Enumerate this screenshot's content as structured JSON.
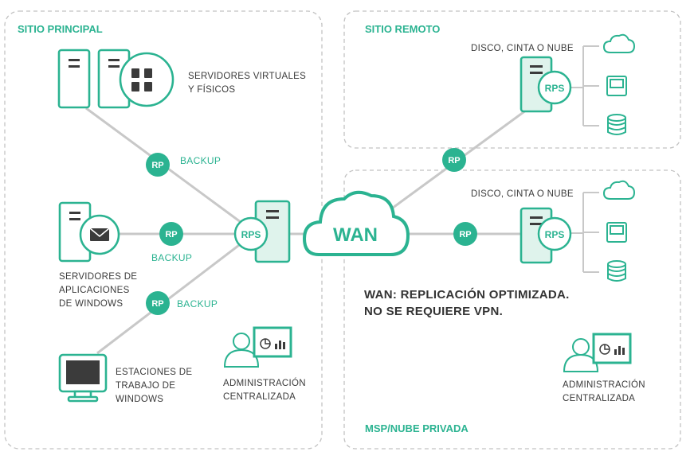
{
  "zones": {
    "main_site": "SITIO PRINCIPAL",
    "remote_site": "SITIO REMOTO",
    "msp_cloud": "MSP/NUBE PRIVADA"
  },
  "main": {
    "servers_label_1": "SERVIDORES VIRTUALES",
    "servers_label_2": "Y FÍSICOS",
    "apps_label_1": "SERVIDORES DE",
    "apps_label_2": "APLICACIONES",
    "apps_label_3": "DE WINDOWS",
    "ws_label_1": "ESTACIONES DE",
    "ws_label_2": "TRABAJO DE",
    "ws_label_3": "WINDOWS",
    "admin_label_1": "ADMINISTRACIÓN",
    "admin_label_2": "CENTRALIZADA",
    "backup_1": "BACKUP",
    "backup_2": "BACKUP",
    "backup_3": "BACKUP",
    "rp": "RP",
    "rps": "RPS"
  },
  "wan": {
    "label": "WAN",
    "note_1": "WAN: REPLICACIÓN OPTIMIZADA.",
    "note_2": "NO SE REQUIERE VPN."
  },
  "remote": {
    "storage_label": "DISCO, CINTA O NUBE",
    "rp": "RP",
    "rps": "RPS"
  },
  "msp": {
    "storage_label": "DISCO, CINTA O NUBE",
    "rp": "RP",
    "rps": "RPS",
    "admin_label_1": "ADMINISTRACIÓN",
    "admin_label_2": "CENTRALIZADA"
  },
  "colors": {
    "accent": "#2bb391",
    "line": "#c8c8c8",
    "zone_border": "#c2c2c2"
  },
  "icons": [
    "server-icon",
    "mail-icon",
    "monitor-icon",
    "admin-user-icon",
    "cloud-icon",
    "tape-icon",
    "database-icon"
  ]
}
